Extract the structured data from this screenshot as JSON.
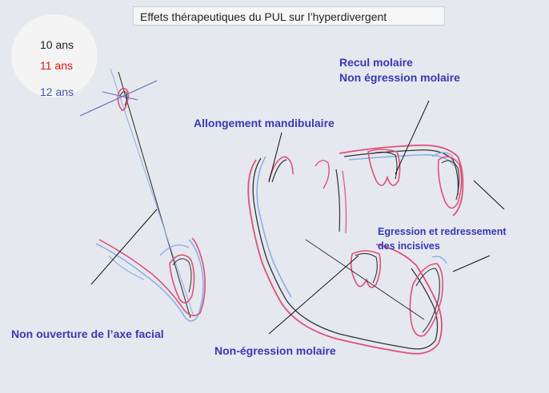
{
  "title": "Effets thérapeutiques du PUL sur l’hyperdivergent",
  "legend": [
    {
      "label": "10 ans",
      "color": "#222222"
    },
    {
      "label": "11 ans",
      "color": "#e01010"
    },
    {
      "label": "12 ans",
      "color": "#4055a8"
    }
  ],
  "annotations": {
    "recul_molaire": "Recul molaire",
    "non_egression_molaire_top": "Non égression molaire",
    "allongement": "Allongement mandibulaire",
    "egression_line1": "Egression et redressement",
    "egression_line2": "des incisives",
    "non_ouverture": "Non ouverture de l’axe facial",
    "non_egression_bottom": "Non-égression molaire"
  },
  "colors": {
    "tracing_black": "#333333",
    "tracing_red": "#e05078",
    "tracing_blue": "#8ab0e8",
    "label_blue": "#3838b4"
  }
}
